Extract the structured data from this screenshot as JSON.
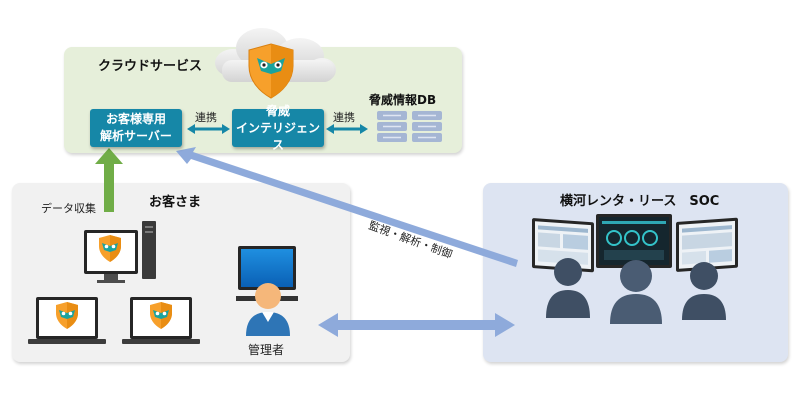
{
  "cloud": {
    "title": "クラウドサービス",
    "server_box": {
      "line1": "お客様専用",
      "line2": "解析サーバー"
    },
    "intel_box": {
      "line1": "脅威",
      "line2": "インテリジェンス"
    },
    "db_label": "脅威情報DB",
    "link_label_1": "連携",
    "link_label_2": "連携"
  },
  "customer": {
    "title": "お客さま",
    "collect_label": "データ収集",
    "admin_label": "管理者"
  },
  "soc": {
    "title": "横河レンタ・リース　SOC"
  },
  "arrows": {
    "monitor_label": "監視・解析・制御"
  },
  "colors": {
    "cloud_bg": "#e6efda",
    "customer_bg": "#f1f1f1",
    "soc_bg": "#dde4f2",
    "teal": "#1687a7",
    "blue_arrow": "#8eaadb",
    "green_arrow": "#70ad47",
    "shield": "#f7a02b"
  }
}
